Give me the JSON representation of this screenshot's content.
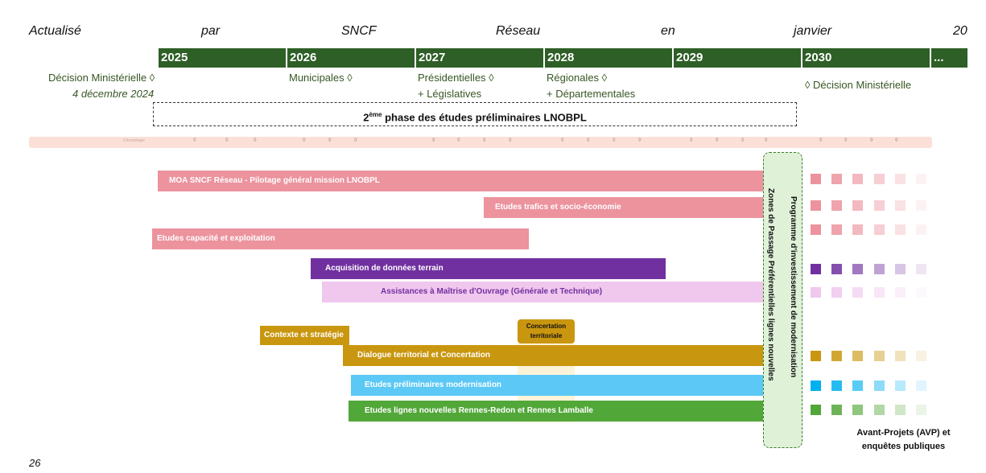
{
  "header": {
    "words": [
      "Actualisé",
      "par",
      "SNCF",
      "Réseau",
      "en",
      "janvier",
      "20"
    ]
  },
  "years": [
    "2025",
    "2026",
    "2027",
    "2028",
    "2029",
    "2030",
    "..."
  ],
  "events": {
    "decision_1": "Décision Ministérielle ◊",
    "decision_1_date": "4 décembre 2024",
    "municipales": "Municipales ◊",
    "presidentielles": "Présidentielles ◊",
    "legislatives": "+ Législatives",
    "regionales": "Régionales ◊",
    "departementales": "+ Départementales",
    "decision_2": "◊ Décision Ministérielle"
  },
  "phase": {
    "prefix": "2",
    "sup": "ème",
    "text": " phase des études préliminaires LNOBPL"
  },
  "chronologie_label": "Chronologie",
  "tick_glyph": "◊",
  "bars": {
    "moa": "MOA SNCF Réseau - Pilotage général mission LNOBPL",
    "trafics": "Etudes trafics et socio-économie",
    "capacite": "Etudes capacité et exploitation",
    "acquisition": "Acquisition de données terrain",
    "assistances": "Assistances à Maîtrise d'Ouvrage (Générale et Technique)",
    "contexte": "Contexte et stratégie",
    "dialogue": "Dialogue territorial et Concertation",
    "modernisation": "Etudes préliminaires modernisation",
    "lignes": "Etudes lignes nouvelles Rennes-Redon et Rennes Lamballe"
  },
  "concertation": {
    "line1": "Concertation",
    "line2": "territoriale"
  },
  "vertical": {
    "zones": "Zones de Passage Préférentielles lignes nouvelles",
    "programme": "Programme d'investissement de modernisation"
  },
  "avp": "Avant-Projets (AVP) et enquêtes publiques",
  "page_number": "26",
  "colors": {
    "year_band": "#2d5f26",
    "pink": "#ec939e",
    "purple": "#7030a0",
    "lilac": "#f0c7ed",
    "gold": "#c9960f",
    "blue": "#5bc8f5",
    "green": "#52a739"
  }
}
